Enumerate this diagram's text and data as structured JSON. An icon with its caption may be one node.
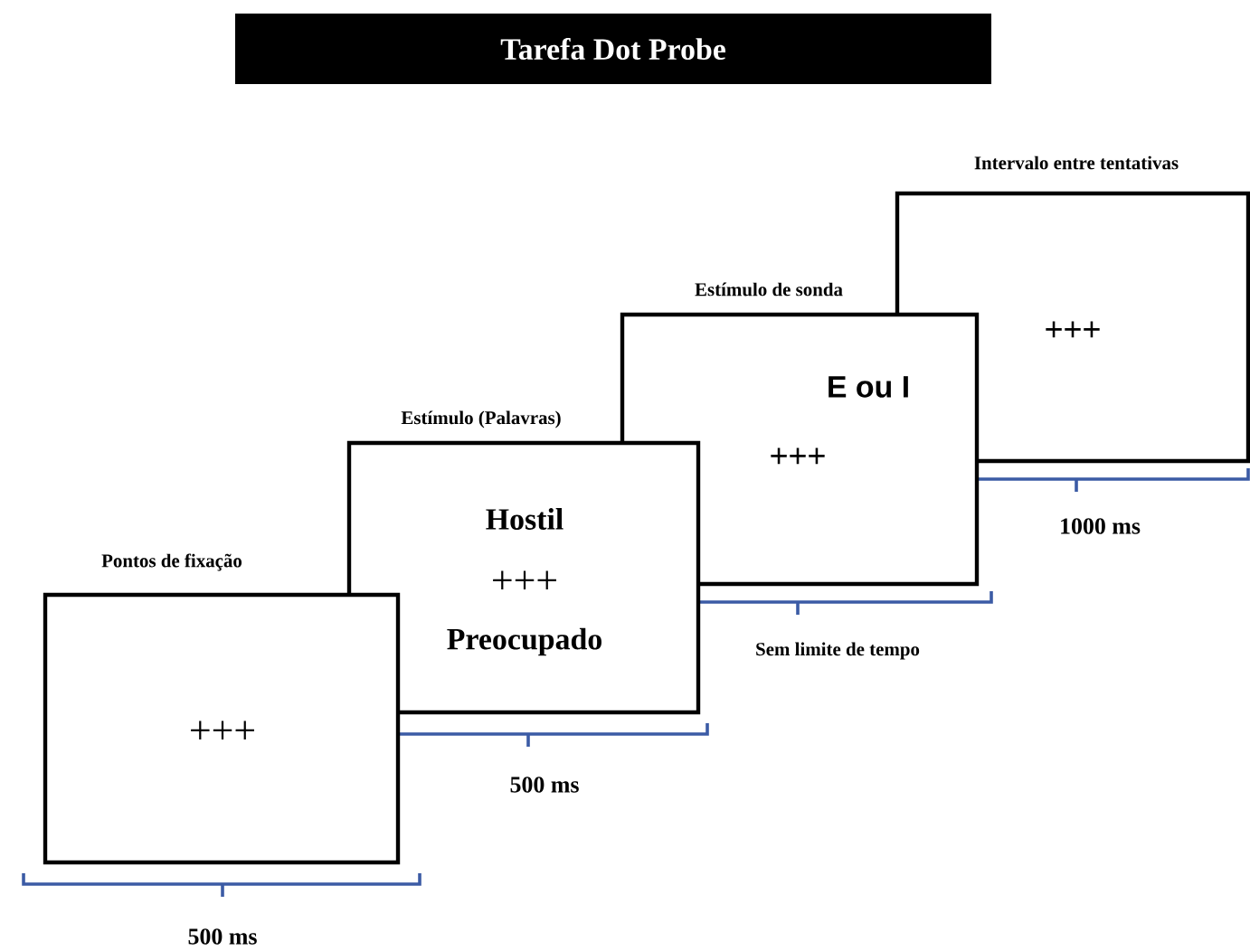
{
  "diagram": {
    "title": "Tarefa Dot Probe",
    "nodes": [
      {
        "text": [
          "Pontos de fixação",
          "+++"
        ],
        "beside": [
          "500 ms"
        ]
      },
      {
        "text": [
          "Estímulo (Palavras)",
          "Hostil",
          "+++",
          "Preocupado"
        ],
        "beside": [
          "500 ms"
        ]
      },
      {
        "text": [
          "Estímulo de sonda",
          "E ou I",
          "+++"
        ],
        "beside": [
          "Sem limite de tempo"
        ]
      },
      {
        "text": [
          "Intervalo entre tentativas",
          "+++"
        ],
        "beside": [
          "1000 ms"
        ]
      }
    ]
  }
}
